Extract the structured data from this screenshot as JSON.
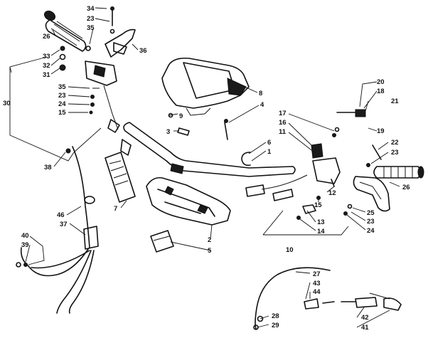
{
  "callouts": [
    {
      "id": "c1",
      "text": "1"
    },
    {
      "id": "c2",
      "text": "2"
    },
    {
      "id": "c3",
      "text": "3"
    },
    {
      "id": "c4",
      "text": "4"
    },
    {
      "id": "c5",
      "text": "5"
    },
    {
      "id": "c6",
      "text": "6"
    },
    {
      "id": "c7",
      "text": "7"
    },
    {
      "id": "c8",
      "text": "8"
    },
    {
      "id": "c9",
      "text": "9"
    },
    {
      "id": "c10",
      "text": "10"
    },
    {
      "id": "c11",
      "text": "11"
    },
    {
      "id": "c12",
      "text": "12"
    },
    {
      "id": "c13",
      "text": "13"
    },
    {
      "id": "c14",
      "text": "14"
    },
    {
      "id": "c15a",
      "text": "15"
    },
    {
      "id": "c15b",
      "text": "15"
    },
    {
      "id": "c16",
      "text": "16"
    },
    {
      "id": "c17",
      "text": "17"
    },
    {
      "id": "c18",
      "text": "18"
    },
    {
      "id": "c19",
      "text": "19"
    },
    {
      "id": "c20",
      "text": "20"
    },
    {
      "id": "c21",
      "text": "21"
    },
    {
      "id": "c22",
      "text": "22"
    },
    {
      "id": "c23a",
      "text": "23"
    },
    {
      "id": "c23b",
      "text": "23"
    },
    {
      "id": "c23c",
      "text": "23"
    },
    {
      "id": "c23d",
      "text": "23"
    },
    {
      "id": "c24a",
      "text": "24"
    },
    {
      "id": "c24b",
      "text": "24"
    },
    {
      "id": "c25",
      "text": "25"
    },
    {
      "id": "c26a",
      "text": "26"
    },
    {
      "id": "c26b",
      "text": "26"
    },
    {
      "id": "c27",
      "text": "27"
    },
    {
      "id": "c28",
      "text": "28"
    },
    {
      "id": "c29",
      "text": "29"
    },
    {
      "id": "c30",
      "text": "30"
    },
    {
      "id": "c31",
      "text": "31"
    },
    {
      "id": "c32",
      "text": "32"
    },
    {
      "id": "c33",
      "text": "33"
    },
    {
      "id": "c34",
      "text": "34"
    },
    {
      "id": "c35a",
      "text": "35"
    },
    {
      "id": "c35b",
      "text": "35"
    },
    {
      "id": "c36",
      "text": "36"
    },
    {
      "id": "c37",
      "text": "37"
    },
    {
      "id": "c38",
      "text": "38"
    },
    {
      "id": "c39",
      "text": "39"
    },
    {
      "id": "c40",
      "text": "40"
    },
    {
      "id": "c41",
      "text": "41"
    },
    {
      "id": "c42",
      "text": "42"
    },
    {
      "id": "c43",
      "text": "43"
    },
    {
      "id": "c44",
      "text": "44"
    },
    {
      "id": "c46",
      "text": "46"
    }
  ]
}
